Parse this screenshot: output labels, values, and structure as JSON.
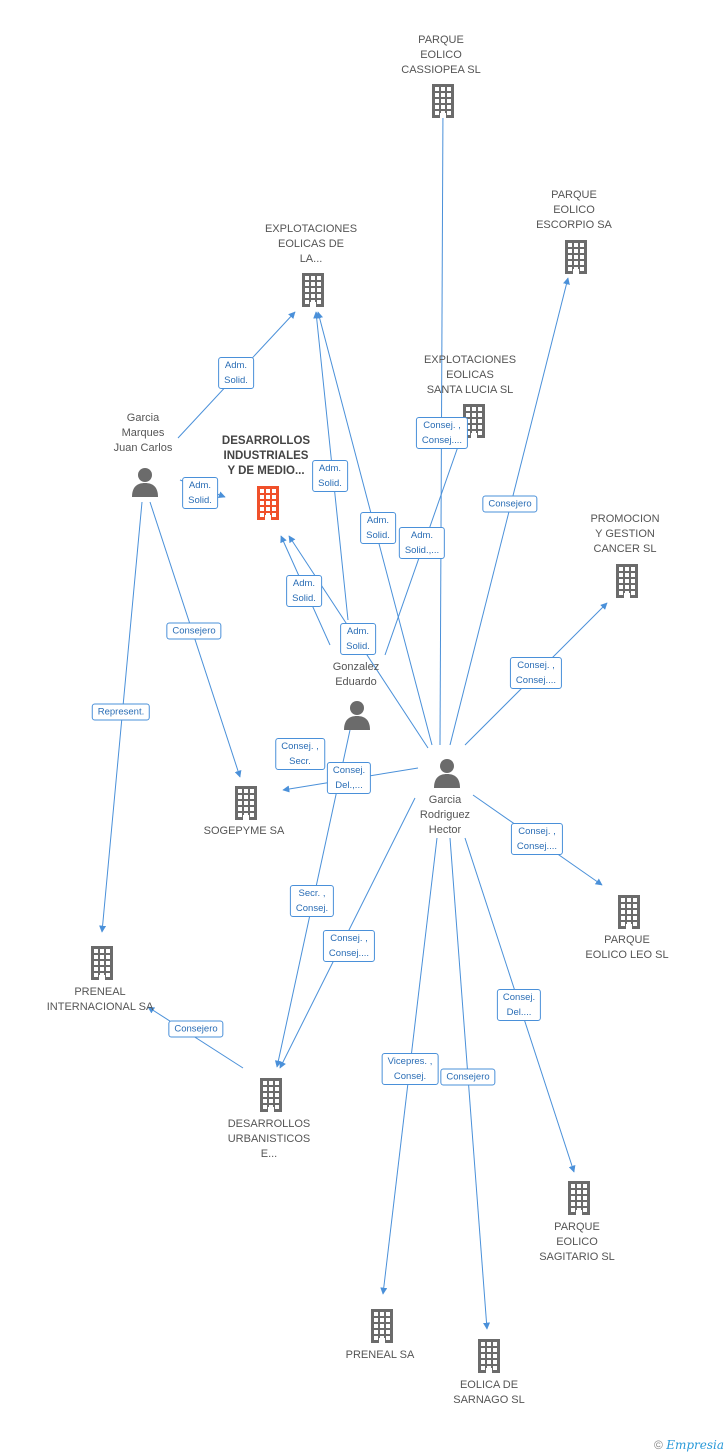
{
  "colors": {
    "edge": "#4a90d9",
    "node_icon": "#6b6b6b",
    "focus_icon": "#f0502a",
    "label_text": "#555555",
    "edge_label_text": "#2a6db5"
  },
  "nodes": [
    {
      "id": "cassiopea",
      "type": "company",
      "label": "PARQUE\nEOLICO\nCASSIOPEA SL",
      "icon": "building-icon"
    },
    {
      "id": "escorpio",
      "type": "company",
      "label": "PARQUE\nEOLICO\nESCORPIO SA",
      "icon": "building-icon"
    },
    {
      "id": "explotaciones_la",
      "type": "company",
      "label": "EXPLOTACIONES\nEOLICAS DE\nLA...",
      "icon": "building-icon"
    },
    {
      "id": "santa_lucia",
      "type": "company",
      "label": "EXPLOTACIONES\nEOLICAS\nSANTA LUCIA SL",
      "icon": "building-icon"
    },
    {
      "id": "desarrollos_ind",
      "type": "focus",
      "label": "DESARROLLOS\nINDUSTRIALES\nY DE MEDIO...",
      "icon": "building-icon"
    },
    {
      "id": "promocion",
      "type": "company",
      "label": "PROMOCION\nY GESTION\nCANCER SL",
      "icon": "building-icon"
    },
    {
      "id": "garcia_marques",
      "type": "person",
      "label": "Garcia\nMarques\nJuan Carlos",
      "icon": "person-icon"
    },
    {
      "id": "gonzalez",
      "type": "person",
      "label": "Gonzalez\nEduardo",
      "icon": "person-icon"
    },
    {
      "id": "garcia_rodriguez",
      "type": "person",
      "label": "Garcia\nRodriguez\nHector",
      "icon": "person-icon"
    },
    {
      "id": "sogepyme",
      "type": "company",
      "label": "SOGEPYME SA",
      "icon": "building-icon"
    },
    {
      "id": "leo",
      "type": "company",
      "label": "PARQUE\nEOLICO LEO SL",
      "icon": "building-icon"
    },
    {
      "id": "preneal_int",
      "type": "company",
      "label": "PRENEAL\nINTERNACIONAL SA",
      "icon": "building-icon"
    },
    {
      "id": "desarrollos_urb",
      "type": "company",
      "label": "DESARROLLOS\nURBANISTICOS\nE...",
      "icon": "building-icon"
    },
    {
      "id": "sagitario",
      "type": "company",
      "label": "PARQUE\nEOLICO\nSAGITARIO SL",
      "icon": "building-icon"
    },
    {
      "id": "preneal",
      "type": "company",
      "label": "PRENEAL SA",
      "icon": "building-icon"
    },
    {
      "id": "sarnago",
      "type": "company",
      "label": "EOLICA DE\nSARNAGO SL",
      "icon": "building-icon"
    }
  ],
  "edge_labels": [
    {
      "id": "gm_expla",
      "text": "Adm.\nSolid."
    },
    {
      "id": "gm_dim",
      "text": "Adm.\nSolid."
    },
    {
      "id": "gm_sog",
      "text": "Consejero"
    },
    {
      "id": "gm_preint",
      "text": "Represent."
    },
    {
      "id": "gon_expla",
      "text": "Adm.\nSolid."
    },
    {
      "id": "gon_dim",
      "text": "Adm.\nSolid."
    },
    {
      "id": "gon_santa",
      "text": "Adm.\nSolid."
    },
    {
      "id": "gr_expla",
      "text": "Adm.\nSolid."
    },
    {
      "id": "gr_santa",
      "text": "Adm.\nSolid.,..."
    },
    {
      "id": "gr_santa2",
      "text": "Consej. ,\nConsej...."
    },
    {
      "id": "gr_escorpio",
      "text": "Consejero"
    },
    {
      "id": "gr_promocion",
      "text": "Consej. ,\nConsej...."
    },
    {
      "id": "gon_sog",
      "text": "Consej. ,\nSecr."
    },
    {
      "id": "gr_sog",
      "text": "Consej.\nDel.,..."
    },
    {
      "id": "gr_leo",
      "text": "Consej. ,\nConsej...."
    },
    {
      "id": "gon_urb",
      "text": "Secr. ,\nConsej."
    },
    {
      "id": "gr_urb",
      "text": "Consej. ,\nConsej...."
    },
    {
      "id": "urb_preint",
      "text": "Consejero"
    },
    {
      "id": "gr_sagitario",
      "text": "Consej.\nDel...."
    },
    {
      "id": "gr_preneal",
      "text": "Vicepres. ,\nConsej."
    },
    {
      "id": "gr_sarnago",
      "text": "Consejero"
    }
  ],
  "footer": {
    "copyright": "©",
    "brand": "Empresia"
  }
}
